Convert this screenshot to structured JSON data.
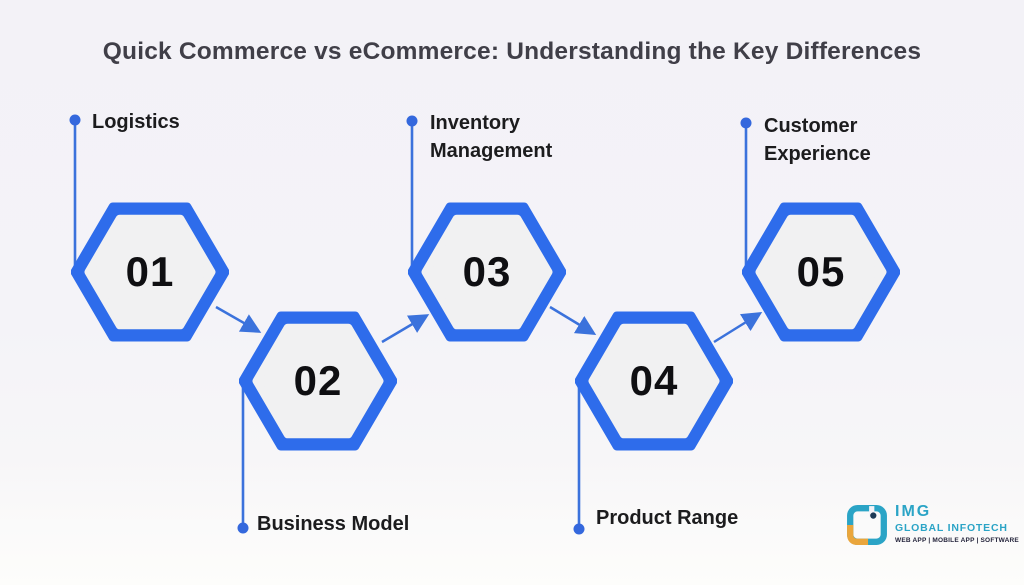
{
  "title": "Quick Commerce vs eCommerce: Understanding the Key Differences",
  "steps": [
    {
      "number": "01",
      "label": "Logistics"
    },
    {
      "number": "02",
      "label": "Business Model"
    },
    {
      "number": "03",
      "label": "Inventory Management"
    },
    {
      "number": "04",
      "label": "Product Range"
    },
    {
      "number": "05",
      "label": "Customer Experience"
    }
  ],
  "colors": {
    "background_top": "#f3f2f7",
    "background_bottom": "#fdfdfb",
    "hexagon_border": "#2e6ceb",
    "hexagon_fill": "#f1f1f2",
    "connector_blue": "#3b72dc",
    "title_text": "#403f48",
    "label_text": "#1c1c1e",
    "number_text": "#0f0f12"
  },
  "logo": {
    "brand": "IMG",
    "brand_line2": "GLOBAL INFOTECH",
    "tagline": "WEB APP | MOBILE APP | SOFTWARE",
    "teal": "#2ba4c6",
    "orange": "#eaa63c",
    "navy": "#1d3a56"
  }
}
